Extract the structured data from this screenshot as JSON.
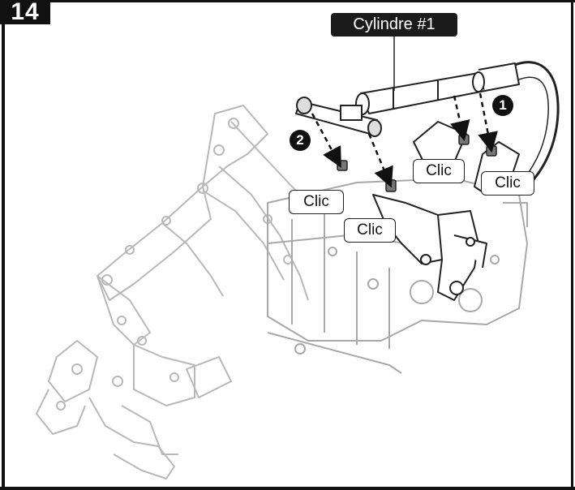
{
  "step": {
    "number": "14"
  },
  "cylinder_label": "Cylindre #1",
  "clic_labels": [
    "Clic",
    "Clic",
    "Clic",
    "Clic"
  ],
  "step_markers": [
    "1",
    "2"
  ]
}
